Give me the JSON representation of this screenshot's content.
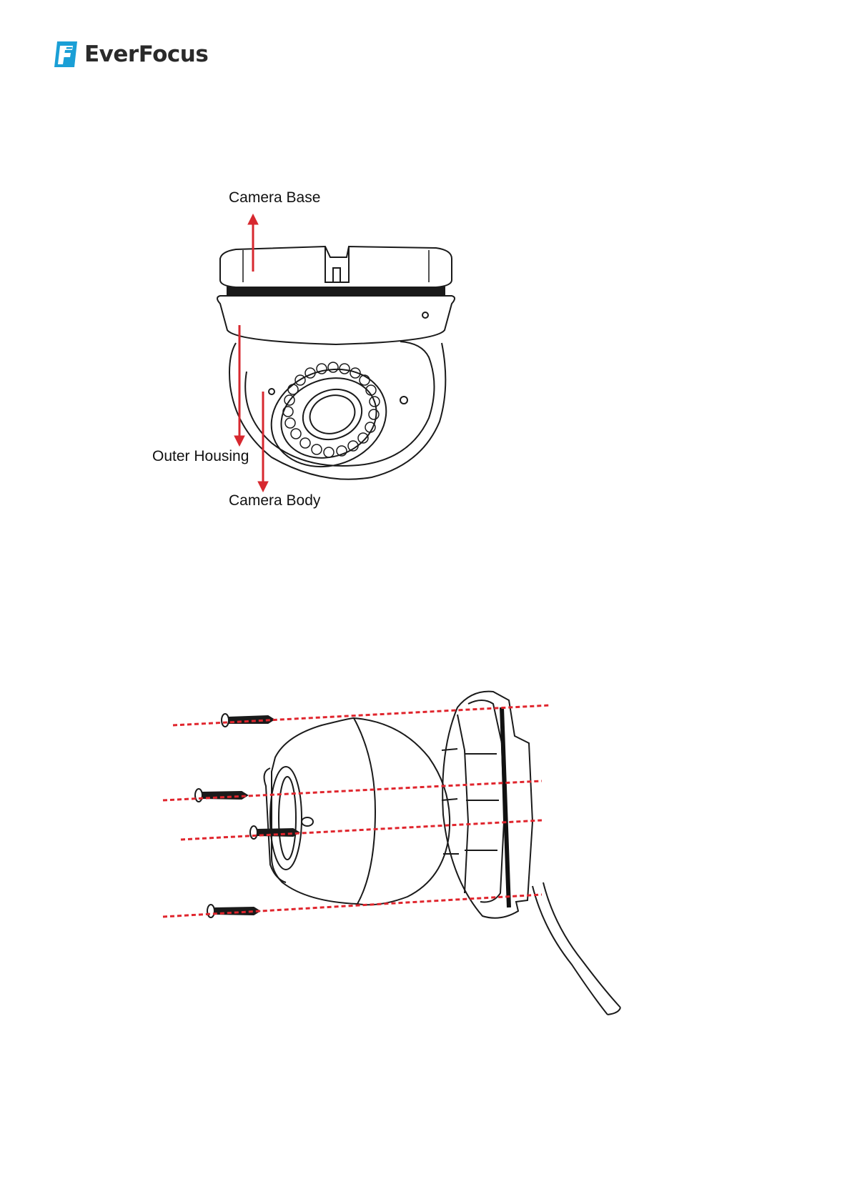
{
  "brand": {
    "name": "EverFocus",
    "mark_letter": "F",
    "color": "#1a9fd6"
  },
  "figure1": {
    "labels": {
      "camera_base": "Camera Base",
      "outer_housing": "Outer Housing",
      "camera_body": "Camera Body"
    },
    "arrow_color": "#d7282f"
  },
  "figure2": {
    "guide_color": "#e0252d"
  }
}
